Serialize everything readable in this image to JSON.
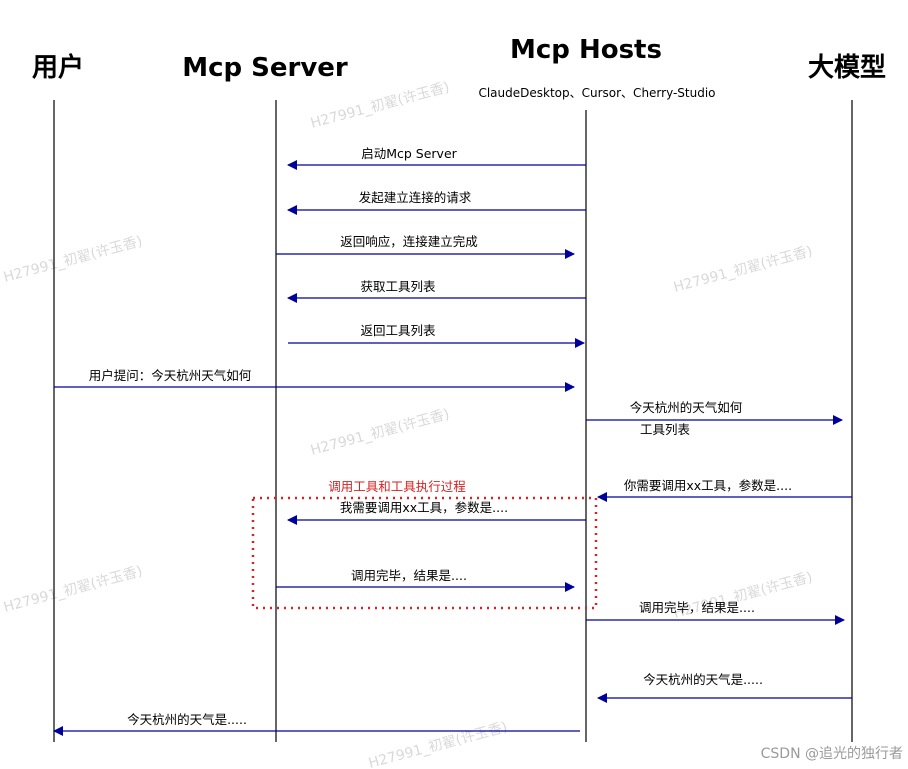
{
  "actors": {
    "user": "用户",
    "server": "Mcp Server",
    "hosts": "Mcp Hosts",
    "hosts_subtitle": "ClaudeDesktop、Cursor、Cherry-Studio",
    "llm": "大模型"
  },
  "messages": [
    {
      "id": "m1",
      "from": "hosts",
      "to": "server",
      "text": "启动Mcp Server"
    },
    {
      "id": "m2",
      "from": "hosts",
      "to": "server",
      "text": "发起建立连接的请求"
    },
    {
      "id": "m3",
      "from": "server",
      "to": "hosts",
      "text": "返回响应，连接建立完成"
    },
    {
      "id": "m4",
      "from": "hosts",
      "to": "server",
      "text": "获取工具列表"
    },
    {
      "id": "m5",
      "from": "server",
      "to": "hosts",
      "text": "返回工具列表"
    },
    {
      "id": "m6",
      "from": "user",
      "to": "hosts",
      "text": "用户提问：今天杭州天气如何"
    },
    {
      "id": "m7",
      "from": "hosts",
      "to": "llm",
      "text": "今天杭州的天气如何",
      "text2": "工具列表"
    },
    {
      "id": "m8",
      "from": "llm",
      "to": "hosts",
      "text": "你需要调用xx工具，参数是...."
    },
    {
      "id": "m9",
      "from": "hosts",
      "to": "server",
      "text": "我需要调用xx工具，参数是...."
    },
    {
      "id": "m10",
      "from": "server",
      "to": "hosts",
      "text": "调用完毕，结果是...."
    },
    {
      "id": "m11",
      "from": "hosts",
      "to": "llm",
      "text": "调用完毕，结果是...."
    },
    {
      "id": "m12",
      "from": "llm",
      "to": "hosts",
      "text": "今天杭州的天气是....."
    },
    {
      "id": "m13",
      "from": "hosts",
      "to": "user",
      "text": "今天杭州的天气是....."
    }
  ],
  "tool_process_label": "调用工具和工具执行过程",
  "watermark": "H27991_初翟(许玉香)",
  "footer": "CSDN @追光的独行者",
  "colors": {
    "arrow": "#00009a",
    "highlight": "#d62222",
    "lifeline": "#000000"
  }
}
